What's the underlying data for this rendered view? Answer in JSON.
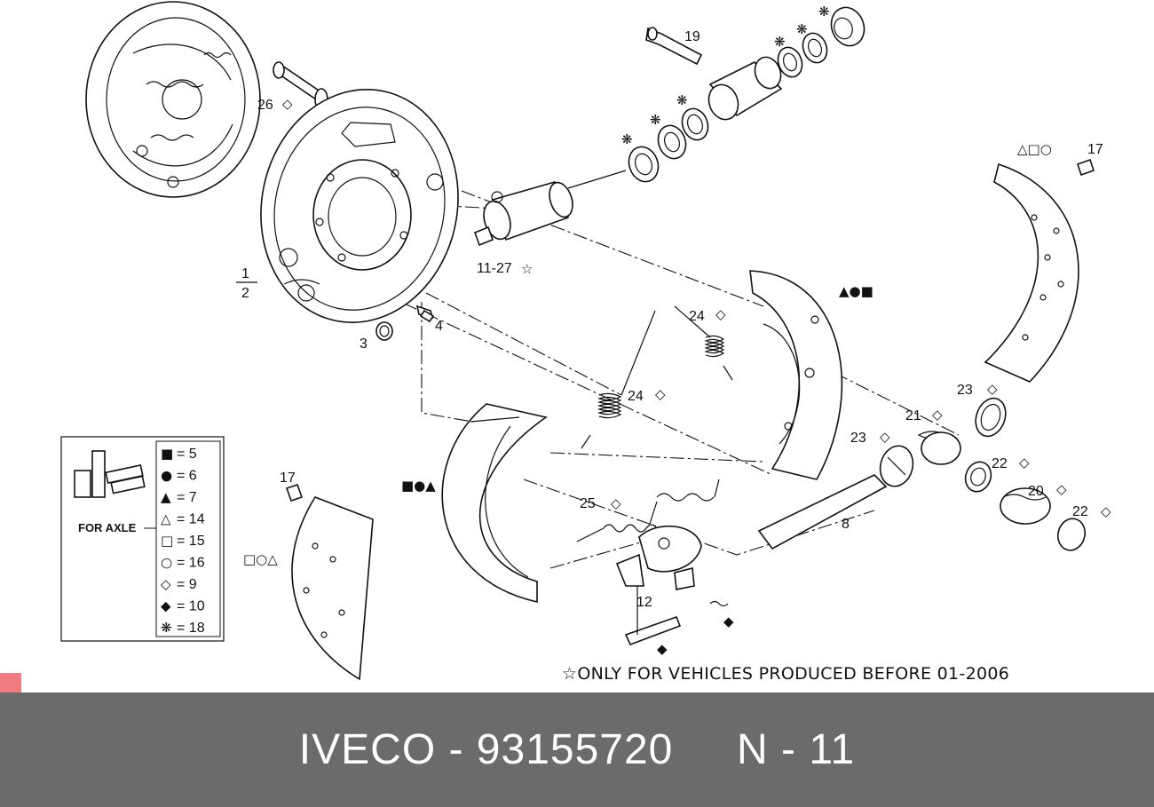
{
  "diagram": {
    "callouts": {
      "c26": "26",
      "c19": "19",
      "c17a": "17",
      "c17b": "17",
      "c1": "1",
      "c2": "2",
      "c3": "3",
      "c4": "4",
      "c11_27": "11-27",
      "c24a": "24",
      "c24b": "24",
      "c23a": "23",
      "c23b": "23",
      "c21": "21",
      "c22a": "22",
      "c22b": "22",
      "c20": "20",
      "c25": "25",
      "c8": "8",
      "c12": "12"
    },
    "symbols": {
      "diamond_open": "◇",
      "diamond_filled": "◆",
      "asterisk": "❋",
      "star": "☆",
      "group_shoe_right": "▲●■",
      "group_shoe_left": "■●▲",
      "group_lining_right": "△□○",
      "group_lining_left": "□○△"
    },
    "footnote": "☆ONLY FOR VEHICLES PRODUCED BEFORE 01-2006"
  },
  "legend": {
    "axle_label": "FOR AXLE",
    "entries": [
      {
        "symbol": "■",
        "value": "= 5"
      },
      {
        "symbol": "●",
        "value": "= 6"
      },
      {
        "symbol": "▲",
        "value": "= 7"
      },
      {
        "symbol": "△",
        "value": "= 14"
      },
      {
        "symbol": "□",
        "value": "= 15"
      },
      {
        "symbol": "○",
        "value": "= 16"
      },
      {
        "symbol": "◇",
        "value": "= 9"
      },
      {
        "symbol": "◆",
        "value": "= 10"
      },
      {
        "symbol": "❋",
        "value": "= 18"
      }
    ]
  },
  "footer": {
    "text": "IVECO - 93155720     N - 11",
    "background": "#6b6b6b",
    "color": "#ffffff"
  },
  "corner_mark": {
    "color": "#f07b80"
  }
}
